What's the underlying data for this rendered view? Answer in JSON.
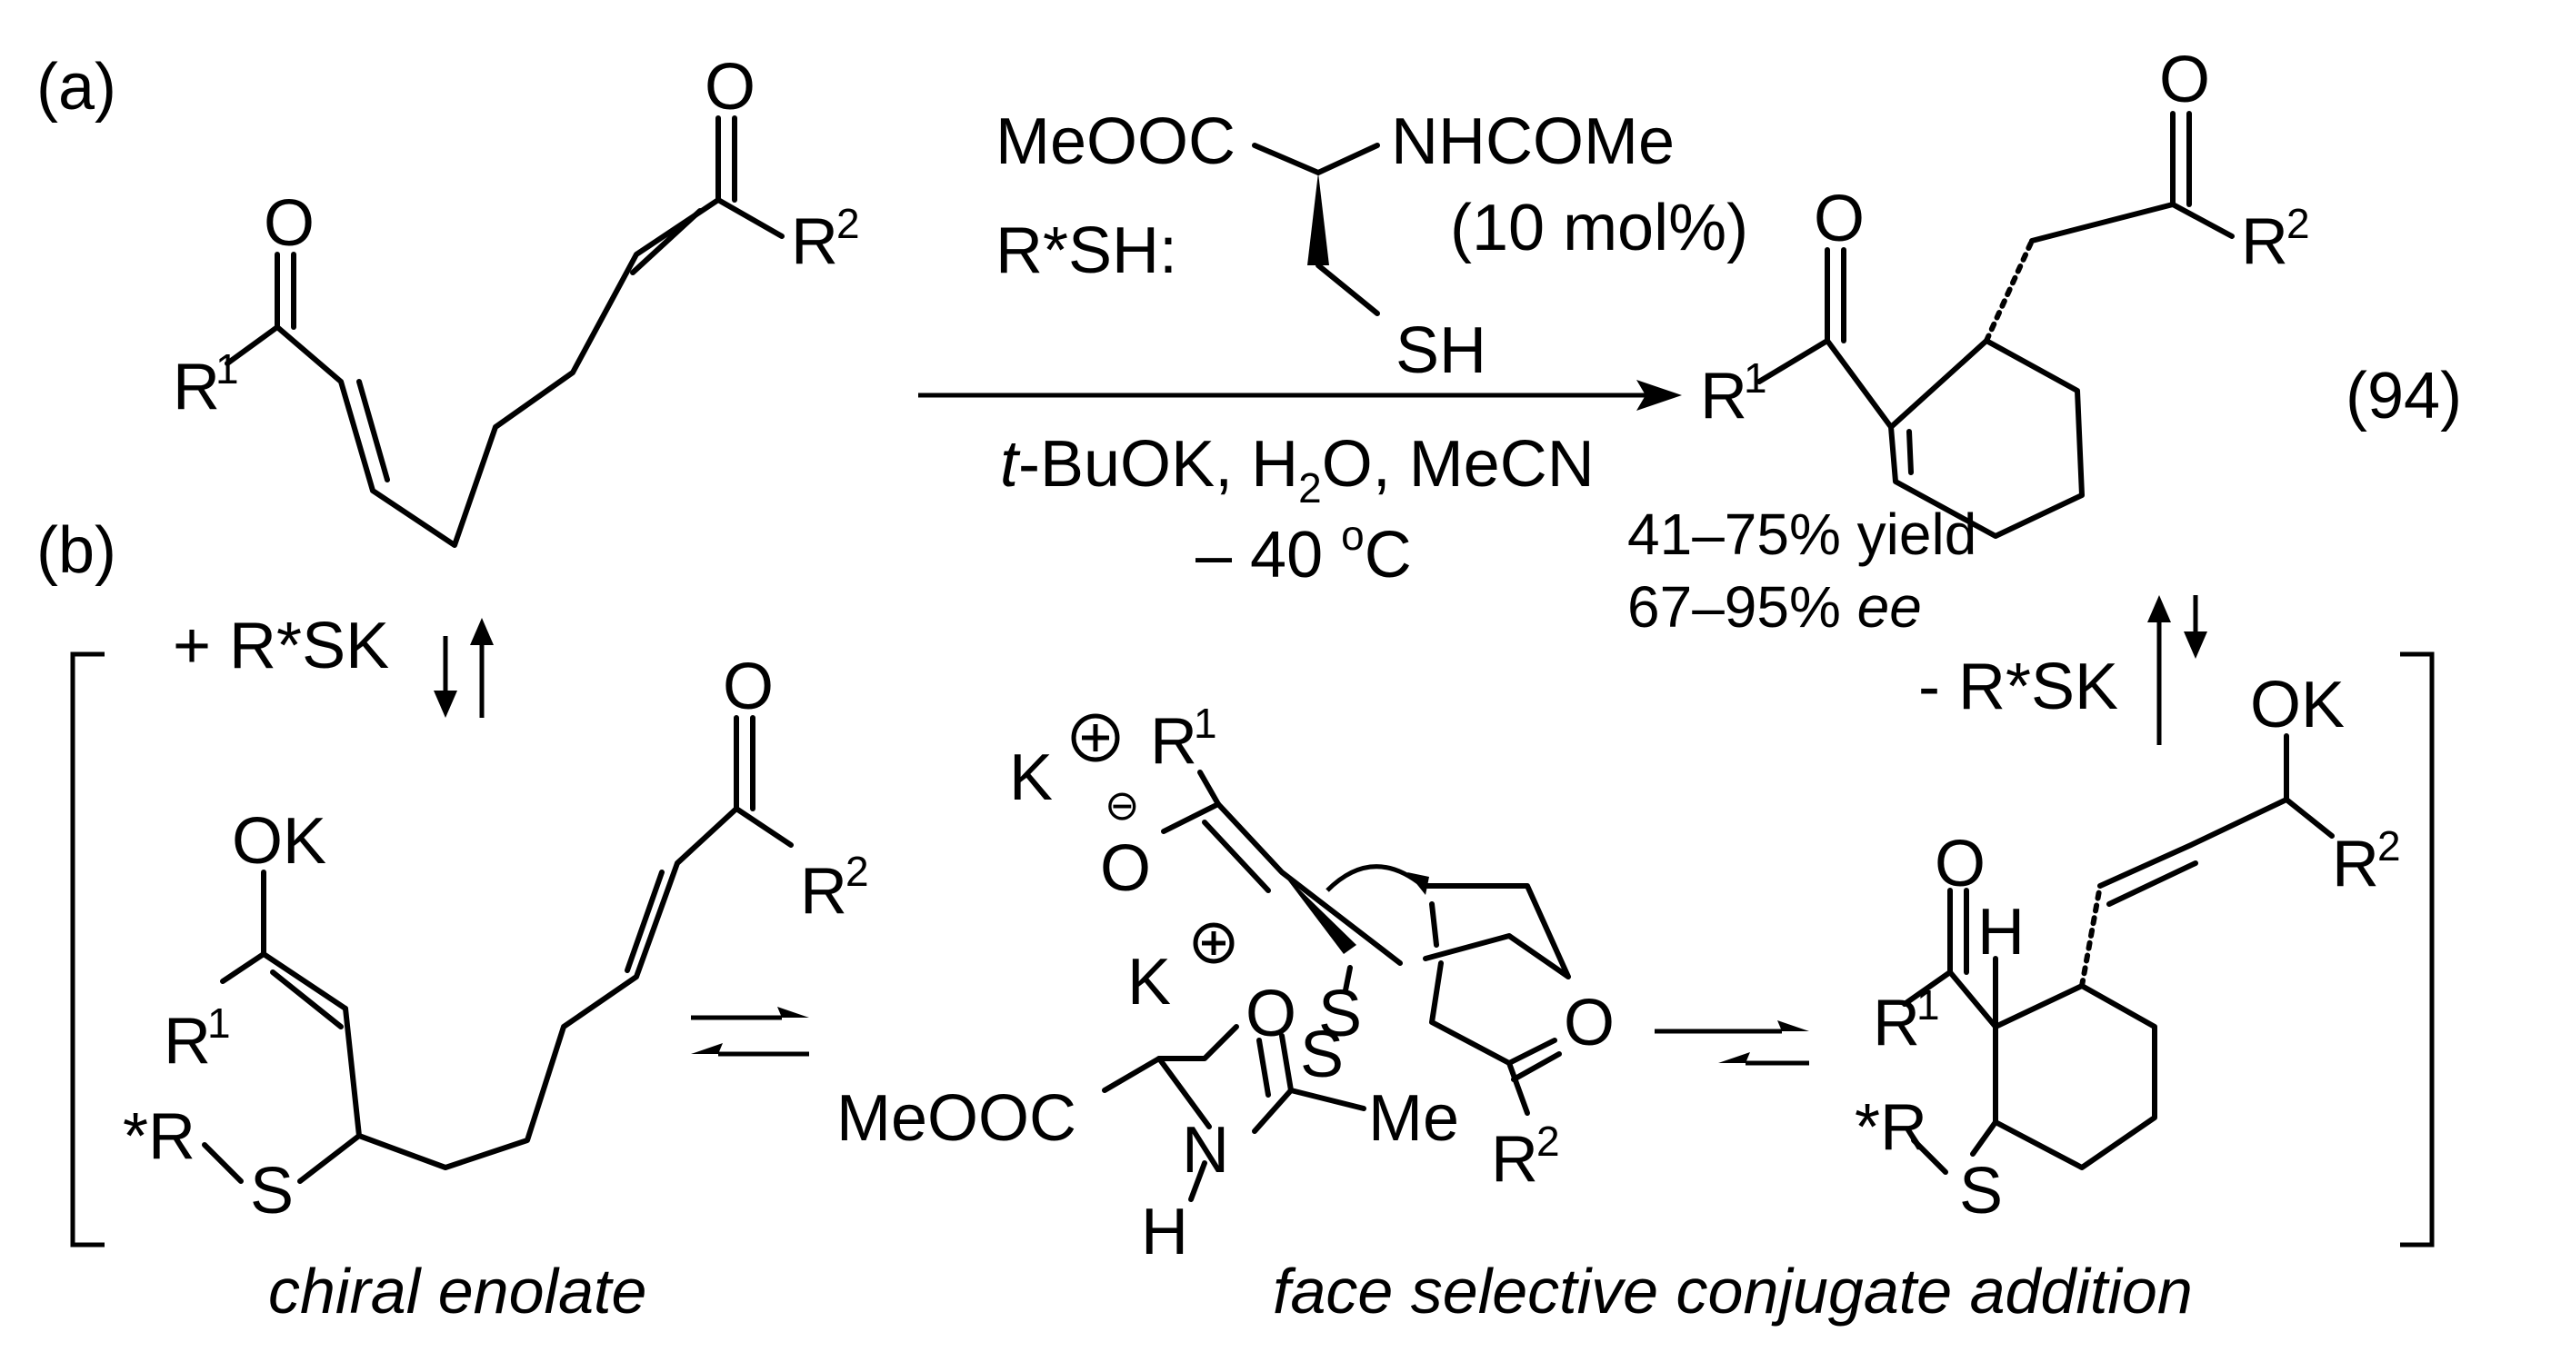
{
  "panels": {
    "a": "(a)",
    "b": "(b)"
  },
  "catalyst": {
    "label": "R*SH:",
    "ester": "MeOOC",
    "amide": "NHCOMe",
    "loading": "(10 mol%)",
    "thiol": "SH"
  },
  "conditions": {
    "reagents_prefix": "t",
    "reagents_rest": "-BuOK, H",
    "reagents_sub": "2",
    "reagents_end": "O, MeCN",
    "temperature_main": "– 40 ",
    "temperature_sup": "o",
    "temperature_end": "C"
  },
  "results": {
    "yield": "41–75% yield",
    "ee_value": "67–95% ",
    "ee_unit": "ee"
  },
  "equation_number": "(94)",
  "steps": {
    "add_reagent": "+ R*SK",
    "remove_reagent": "- R*SK"
  },
  "atoms": {
    "O": "O",
    "OK": "OK",
    "R": "R",
    "S": "S",
    "K": "K",
    "H": "H",
    "N": "N",
    "Me": "Me",
    "MeOOC": "MeOOC",
    "one": "1",
    "two": "2",
    "starR": "*R"
  },
  "captions": {
    "intermediate_1": "chiral enolate",
    "intermediate_2": "face selective conjugate addition"
  }
}
